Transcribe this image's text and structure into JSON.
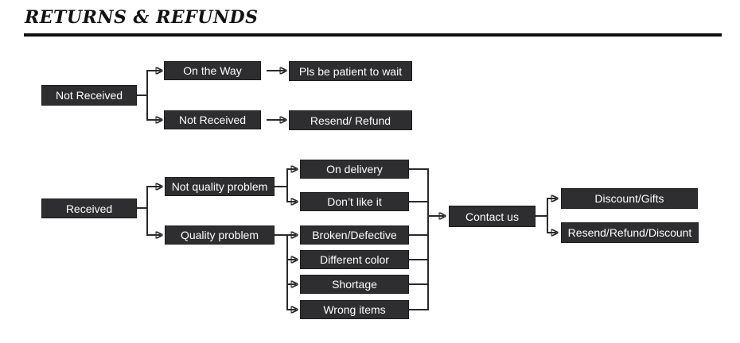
{
  "header": {
    "title": "RETURNS & REFUNDS"
  },
  "colors": {
    "background": "#ffffff",
    "node_bg": "#2e2d2f",
    "node_text": "#ffffff",
    "connector": "#2a292b",
    "rule": "#0f0f0f",
    "title_text": "#121212"
  },
  "flowchart": {
    "nodes": {
      "not_received_root": "Not Received",
      "on_the_way": "On the Way",
      "pls_be_patient": "Pls be patient to wait",
      "not_received_sub": "Not Received",
      "resend_refund": "Resend/ Refund",
      "received_root": "Received",
      "not_quality_problem": "Not quality problem",
      "quality_problem": "Quality problem",
      "on_delivery": "On delivery",
      "dont_like_it": "Don’t like it",
      "broken_defective": "Broken/Defective",
      "different_color": "Different color",
      "shortage": "Shortage",
      "wrong_items": "Wrong items",
      "contact_us": "Contact us",
      "discount_gifts": "Discount/Gifts",
      "resend_refund_discount": "Resend/Refund/Discount"
    },
    "edges": [
      {
        "from": "not_received_root",
        "to": "on_the_way"
      },
      {
        "from": "not_received_root",
        "to": "not_received_sub"
      },
      {
        "from": "on_the_way",
        "to": "pls_be_patient"
      },
      {
        "from": "not_received_sub",
        "to": "resend_refund"
      },
      {
        "from": "received_root",
        "to": "not_quality_problem"
      },
      {
        "from": "received_root",
        "to": "quality_problem"
      },
      {
        "from": "not_quality_problem",
        "to": "on_delivery"
      },
      {
        "from": "not_quality_problem",
        "to": "dont_like_it"
      },
      {
        "from": "quality_problem",
        "to": "broken_defective"
      },
      {
        "from": "quality_problem",
        "to": "different_color"
      },
      {
        "from": "quality_problem",
        "to": "shortage"
      },
      {
        "from": "quality_problem",
        "to": "wrong_items"
      },
      {
        "from": "on_delivery",
        "to": "contact_us"
      },
      {
        "from": "dont_like_it",
        "to": "contact_us"
      },
      {
        "from": "broken_defective",
        "to": "contact_us"
      },
      {
        "from": "different_color",
        "to": "contact_us"
      },
      {
        "from": "shortage",
        "to": "contact_us"
      },
      {
        "from": "wrong_items",
        "to": "contact_us"
      },
      {
        "from": "contact_us",
        "to": "discount_gifts"
      },
      {
        "from": "contact_us",
        "to": "resend_refund_discount"
      }
    ]
  }
}
